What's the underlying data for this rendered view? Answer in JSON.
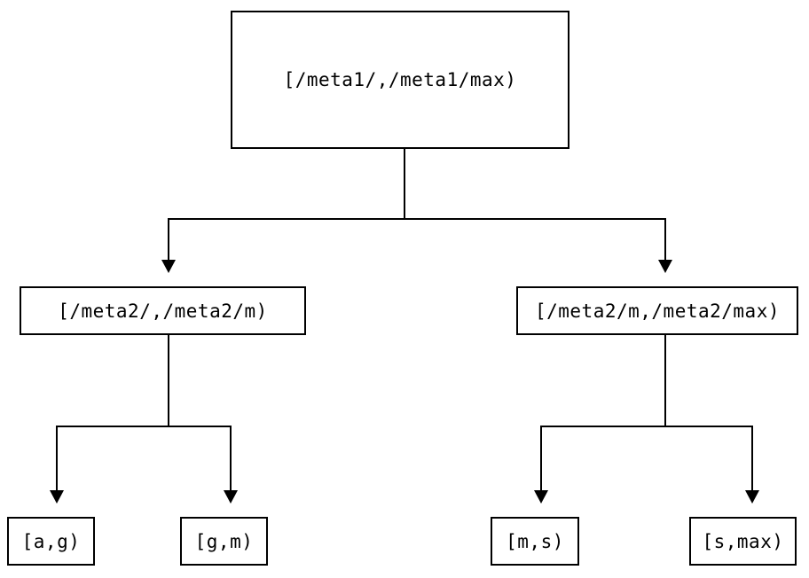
{
  "diagram": {
    "type": "tree",
    "description": "key-range partition tree",
    "nodes": {
      "root": {
        "label": "[/meta1/,/meta1/max)"
      },
      "meta2_left": {
        "label": "[/meta2/,/meta2/m)"
      },
      "meta2_right": {
        "label": "[/meta2/m,/meta2/max)"
      },
      "leaf_ag": {
        "label": "[a,g)"
      },
      "leaf_gm": {
        "label": "[g,m)"
      },
      "leaf_ms": {
        "label": "[m,s)"
      },
      "leaf_smax": {
        "label": "[s,max)"
      }
    },
    "edges": [
      {
        "from": "root",
        "to": "meta2_left"
      },
      {
        "from": "root",
        "to": "meta2_right"
      },
      {
        "from": "meta2_left",
        "to": "leaf_ag"
      },
      {
        "from": "meta2_left",
        "to": "leaf_gm"
      },
      {
        "from": "meta2_right",
        "to": "leaf_ms"
      },
      {
        "from": "meta2_right",
        "to": "leaf_smax"
      }
    ],
    "colors": {
      "background": "#ffffff",
      "line": "#000000",
      "text": "#000000",
      "node_fill": "#ffffff"
    }
  }
}
